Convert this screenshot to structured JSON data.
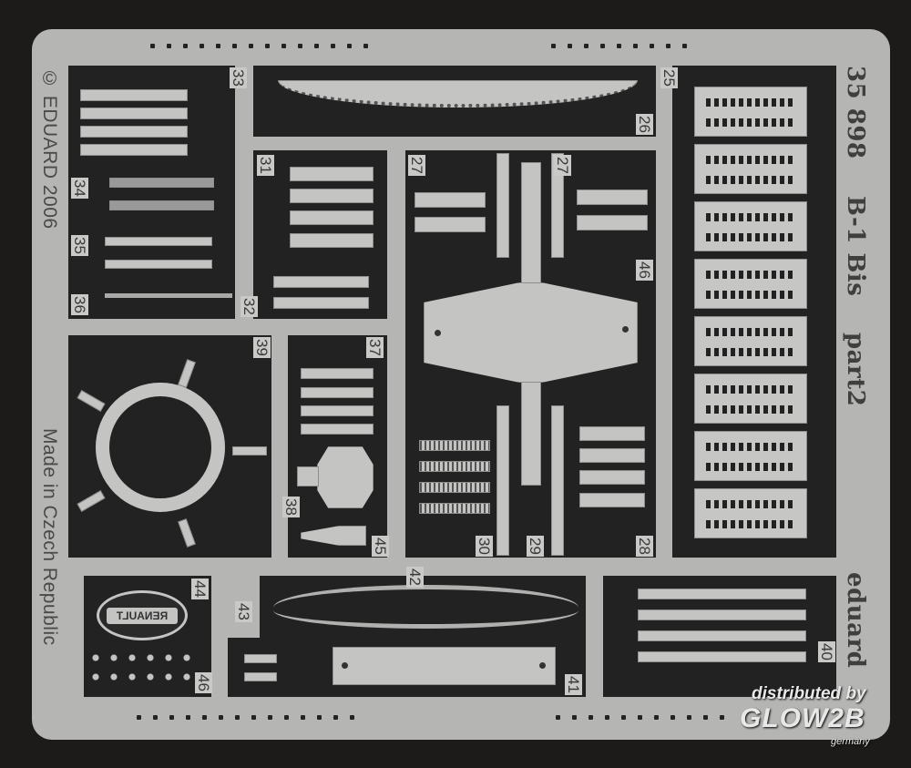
{
  "fret": {
    "copyright": "© EDUARD 2006",
    "origin": "Made in Czech Republic",
    "product_code": "35 898",
    "product_name": "B-1 Bis",
    "part": "part2",
    "brand": "eduard",
    "logo_text": "RENAULT"
  },
  "part_numbers": [
    "33",
    "34",
    "35",
    "36",
    "25",
    "26",
    "31",
    "32",
    "27",
    "27",
    "46",
    "37",
    "38",
    "45",
    "39",
    "30",
    "29",
    "28",
    "44",
    "46",
    "43",
    "42",
    "41",
    "40"
  ],
  "watermark": {
    "line1": "distributed by",
    "logo": "GLOW2B",
    "line2": "germany"
  },
  "colors": {
    "sheet": "#b5b5b3",
    "background": "#1c1b1a",
    "panel": "#232222"
  }
}
